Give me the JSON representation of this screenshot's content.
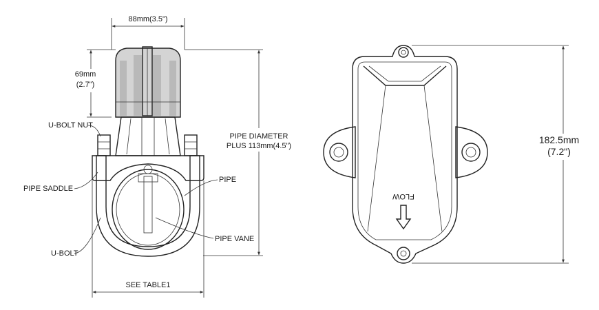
{
  "side_view": {
    "width_dim": "88mm(3.5\")",
    "height_dim_line1": "69mm",
    "height_dim_line2": "(2.7\")",
    "pipe_dia_line1": "PIPE DIAMETER",
    "pipe_dia_line2": "PLUS 113mm(4.5\")",
    "ubolt_nut": "U-BOLT NUT",
    "pipe_saddle": "PIPE SADDLE",
    "ubolt": "U-BOLT",
    "pipe": "PIPE",
    "pipe_vane": "PIPE VANE",
    "see_table": "SEE TABLE1"
  },
  "top_view": {
    "length_line1": "182.5mm",
    "length_line2": "(7.2\")",
    "flow_label": "FLOW"
  }
}
